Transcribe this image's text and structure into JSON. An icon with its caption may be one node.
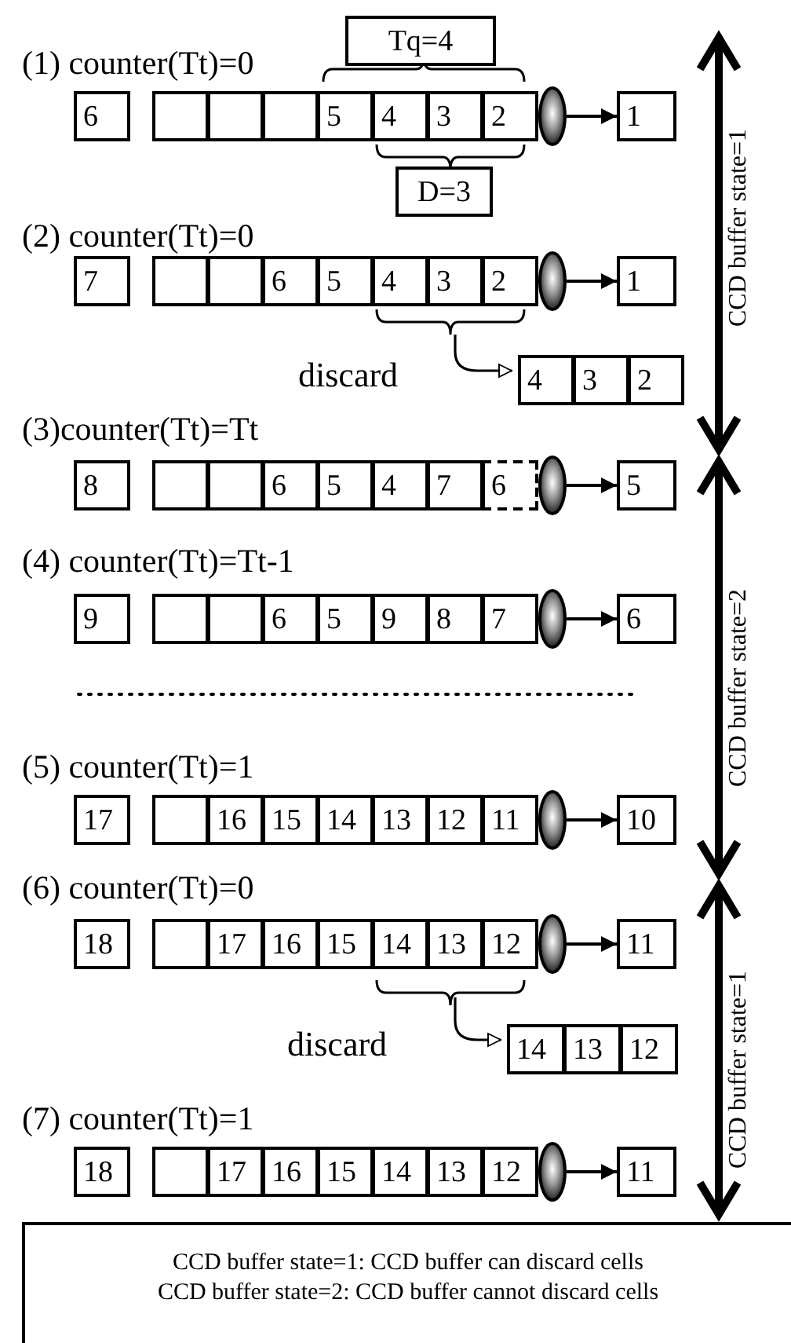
{
  "diagram": {
    "nodes": [
      {
        "text": [
          "Tq=4"
        ]
      },
      {
        "text": [
          "6"
        ]
      },
      {
        "text": [],
        "shape": "box"
      },
      {
        "text": [],
        "shape": "box"
      },
      {
        "text": [],
        "shape": "box"
      },
      {
        "text": [
          "5"
        ]
      },
      {
        "text": [
          "4"
        ]
      },
      {
        "text": [
          "3"
        ]
      },
      {
        "text": [
          "2"
        ]
      },
      {
        "text": [],
        "shape": "ellipse"
      },
      {
        "text": [
          "1"
        ]
      },
      {
        "text": [
          "D=3"
        ]
      },
      {
        "text": [
          "7"
        ]
      },
      {
        "text": [],
        "shape": "box"
      },
      {
        "text": [],
        "shape": "box"
      },
      {
        "text": [
          "6"
        ]
      },
      {
        "text": [
          "5"
        ]
      },
      {
        "text": [
          "4"
        ]
      },
      {
        "text": [
          "3"
        ]
      },
      {
        "text": [
          "2"
        ]
      },
      {
        "text": [],
        "shape": "ellipse"
      },
      {
        "text": [
          "1"
        ]
      },
      {
        "text": [
          "4"
        ]
      },
      {
        "text": [
          "3"
        ]
      },
      {
        "text": [
          "2"
        ]
      },
      {
        "text": [
          "8"
        ]
      },
      {
        "text": [],
        "shape": "box"
      },
      {
        "text": [],
        "shape": "box"
      },
      {
        "text": [
          "6"
        ]
      },
      {
        "text": [
          "5"
        ]
      },
      {
        "text": [
          "4"
        ]
      },
      {
        "text": [
          "7"
        ]
      },
      {
        "text": [
          "6"
        ]
      },
      {
        "text": [],
        "shape": "ellipse"
      },
      {
        "text": [
          "5"
        ]
      },
      {
        "text": [
          "9"
        ]
      },
      {
        "text": [],
        "shape": "box"
      },
      {
        "text": [],
        "shape": "box"
      },
      {
        "text": [
          "6"
        ]
      },
      {
        "text": [
          "5"
        ]
      },
      {
        "text": [
          "9"
        ]
      },
      {
        "text": [
          "8"
        ]
      },
      {
        "text": [
          "7"
        ]
      },
      {
        "text": [],
        "shape": "ellipse"
      },
      {
        "text": [
          "6"
        ]
      },
      {
        "text": [
          "17"
        ]
      },
      {
        "text": [],
        "shape": "box"
      },
      {
        "text": [
          "16"
        ]
      },
      {
        "text": [
          "15"
        ]
      },
      {
        "text": [
          "14"
        ]
      },
      {
        "text": [
          "13"
        ]
      },
      {
        "text": [
          "12"
        ]
      },
      {
        "text": [
          "11"
        ]
      },
      {
        "text": [],
        "shape": "ellipse"
      },
      {
        "text": [
          "10"
        ]
      },
      {
        "text": [
          "18"
        ]
      },
      {
        "text": [],
        "shape": "box"
      },
      {
        "text": [
          "17"
        ]
      },
      {
        "text": [
          "16"
        ]
      },
      {
        "text": [
          "15"
        ]
      },
      {
        "text": [
          "14"
        ]
      },
      {
        "text": [
          "13"
        ]
      },
      {
        "text": [
          "12"
        ]
      },
      {
        "text": [],
        "shape": "ellipse"
      },
      {
        "text": [
          "11"
        ]
      },
      {
        "text": [
          "14"
        ]
      },
      {
        "text": [
          "13"
        ]
      },
      {
        "text": [
          "12"
        ]
      },
      {
        "text": [
          "18"
        ]
      },
      {
        "text": [],
        "shape": "box"
      },
      {
        "text": [
          "17"
        ]
      },
      {
        "text": [
          "16"
        ]
      },
      {
        "text": [
          "15"
        ]
      },
      {
        "text": [
          "14"
        ]
      },
      {
        "text": [
          "13"
        ]
      },
      {
        "text": [
          "12"
        ]
      },
      {
        "text": [],
        "shape": "ellipse"
      },
      {
        "text": [
          "11"
        ]
      },
      {
        "text": [
          "CCD buffer state=1: CCD buffer can discard cells",
          "CCD buffer state=2: CCD buffer cannot discard cells"
        ]
      }
    ],
    "edges": [
      {
        "from": 9,
        "to": 10,
        "arrow": "to"
      },
      {
        "from": 20,
        "to": 21,
        "arrow": "to"
      },
      {
        "from": 18,
        "to": 22,
        "arrow": "to",
        "label": "discard"
      },
      {
        "from": 33,
        "to": 34,
        "arrow": "to"
      },
      {
        "from": 43,
        "to": 44,
        "arrow": "to"
      },
      {
        "from": 53,
        "to": 54,
        "arrow": "to"
      },
      {
        "from": 63,
        "to": 64,
        "arrow": "to"
      },
      {
        "from": 61,
        "to": 65,
        "arrow": "to",
        "label": "discard"
      },
      {
        "from": 76,
        "to": 77,
        "arrow": "to"
      }
    ],
    "labels": [
      "(1) counter(Tt)=0",
      "(2) counter(Tt)=0",
      "(3)counter(Tt)=Tt",
      "(4) counter(Tt)=Tt-1",
      "(5) counter(Tt)=1",
      "(6) counter(Tt)=0",
      "(7) counter(Tt)=1",
      "CCD buffer state=1",
      "CCD buffer state=2",
      "CCD buffer state=1"
    ]
  }
}
